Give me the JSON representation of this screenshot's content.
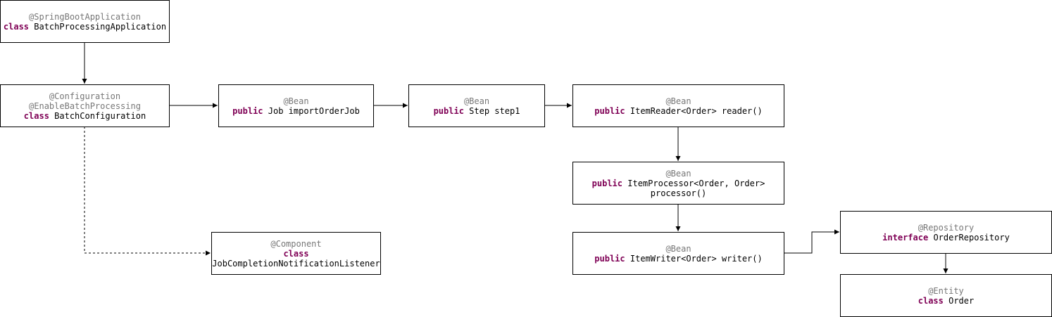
{
  "colors": {
    "annotation": "#777777",
    "keyword": "#7f0055",
    "stroke": "#000000"
  },
  "nodes": {
    "app": {
      "annotation": "@SpringBootApplication",
      "keyword": "class",
      "name": "BatchProcessingApplication"
    },
    "config": {
      "annotation1": "@Configuration",
      "annotation2": "@EnableBatchProcessing",
      "keyword": "class",
      "name": "BatchConfiguration"
    },
    "job": {
      "annotation": "@Bean",
      "keyword": "public",
      "name": "Job importOrderJob"
    },
    "step": {
      "annotation": "@Bean",
      "keyword": "public",
      "name": "Step step1"
    },
    "reader": {
      "annotation": "@Bean",
      "keyword": "public",
      "name": "ItemReader<Order> reader()"
    },
    "processor": {
      "annotation": "@Bean",
      "keyword": "public",
      "name": "ItemProcessor<Order, Order>",
      "name2": "processor()"
    },
    "writer": {
      "annotation": "@Bean",
      "keyword": "public",
      "name": "ItemWriter<Order> writer()"
    },
    "listener": {
      "annotation": "@Component",
      "keyword": "class",
      "name": "JobCompletionNotificationListener"
    },
    "repository": {
      "annotation": "@Repository",
      "keyword": "interface",
      "name": "OrderRepository"
    },
    "entity": {
      "annotation": "@Entity",
      "keyword": "class",
      "name": "Order"
    }
  }
}
